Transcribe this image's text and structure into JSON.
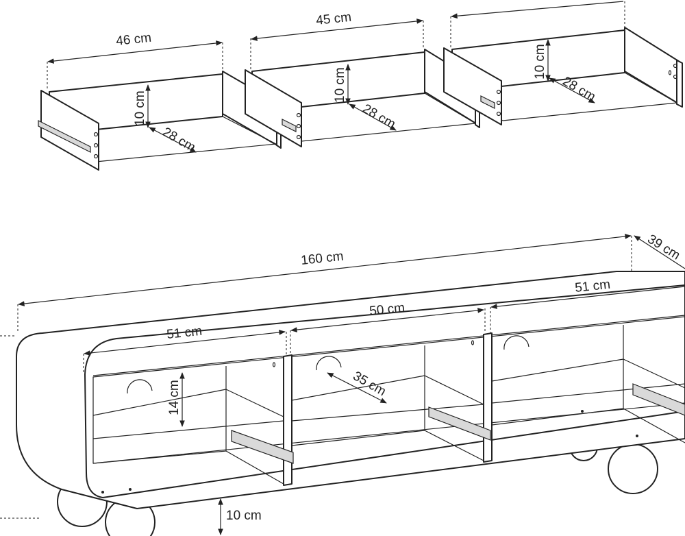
{
  "drawers": {
    "left": {
      "width": "46 cm",
      "height": "10 cm",
      "depth": "28 cm"
    },
    "middle": {
      "width": "45 cm",
      "height": "10 cm",
      "depth": "28 cm"
    },
    "right": {
      "width": "",
      "height": "10 cm",
      "depth": "28 cm"
    }
  },
  "cabinet": {
    "total_width": "160 cm",
    "depth": "39 cm",
    "compartment_left": "51 cm",
    "compartment_middle": "50 cm",
    "compartment_right": "51 cm",
    "shelf_height": "14 cm",
    "shelf_depth": "35 cm",
    "leg_height": "10 cm"
  }
}
